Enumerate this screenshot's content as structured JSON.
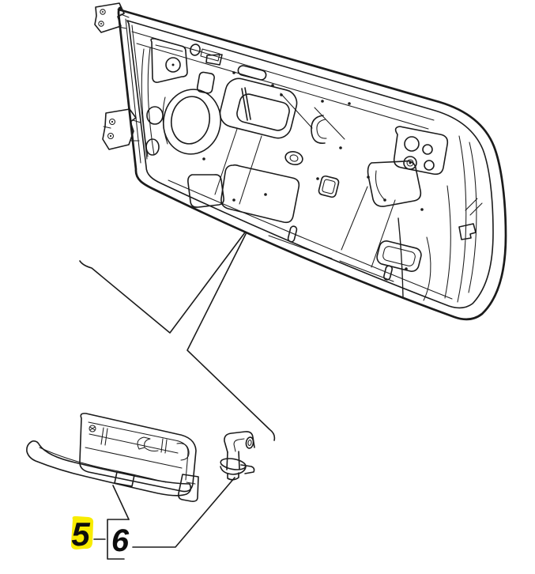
{
  "diagram": {
    "description": "Exploded parts illustration: car door inner panel with interior door handle and mounting clip",
    "part_labels": {
      "part5": {
        "text": "5",
        "highlighted": true
      },
      "part6": {
        "text": "6",
        "highlighted": false
      }
    },
    "colors": {
      "background": "#ffffff",
      "line": "#1b1b1b",
      "highlight": "#f8ec00"
    }
  }
}
